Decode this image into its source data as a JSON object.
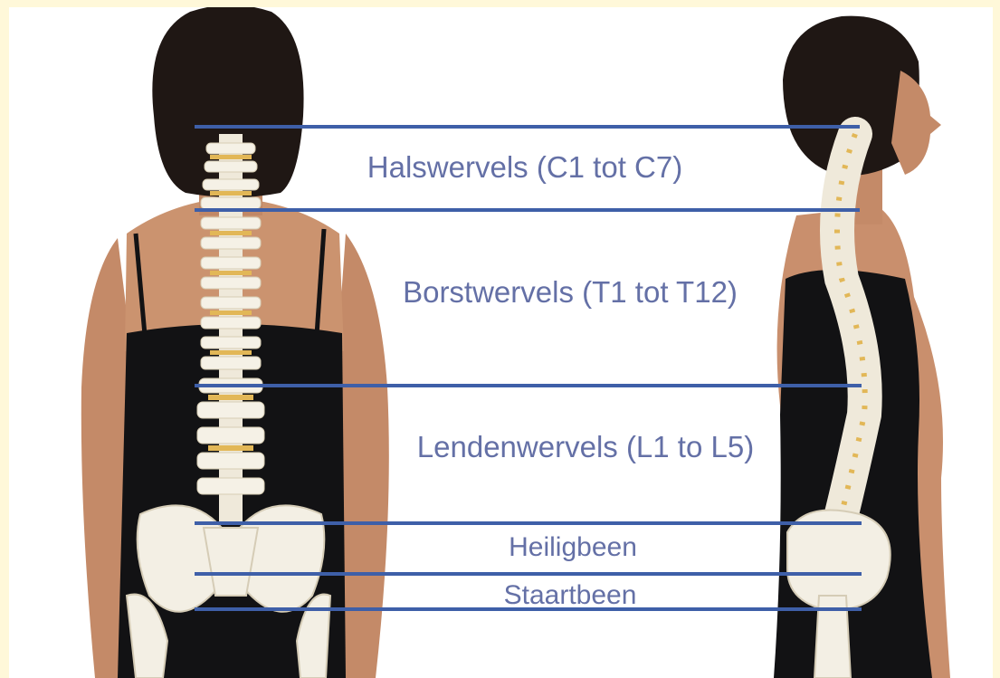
{
  "image": {
    "subjects": [
      "figure-back-view",
      "figure-side-view"
    ],
    "colors": {
      "border": "#fff8d9",
      "background": "#ffffff",
      "hair": "#1f1714",
      "skin": "#c98f6d",
      "garment": "#121214",
      "bone": "#f3efe4",
      "disc": "#e2b757",
      "line": "#3e5fa8",
      "label": "#6470a6"
    }
  },
  "regions": [
    {
      "id": "cervical",
      "label": "Halswervels (C1 tot C7)"
    },
    {
      "id": "thoracic",
      "label": "Borstwervels (T1 tot T12)"
    },
    {
      "id": "lumbar",
      "label": "Lendenwervels (L1 to L5)"
    },
    {
      "id": "sacrum",
      "label": "Heiligbeen"
    },
    {
      "id": "coccyx",
      "label": "Staartbeen"
    }
  ]
}
